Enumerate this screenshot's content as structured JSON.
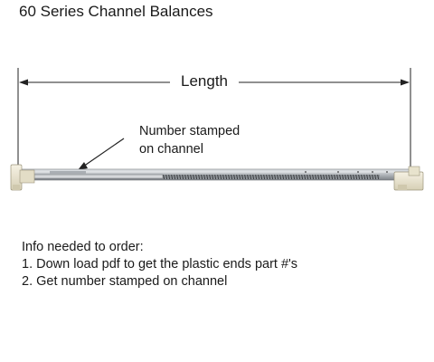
{
  "title": "60 Series Channel Balances",
  "diagram": {
    "length_label": "Length",
    "callout_lines": [
      "Number stamped",
      "on channel"
    ]
  },
  "info": {
    "heading": "Info needed to order:",
    "steps": [
      "1. Down load pdf to get the plastic ends part #'s",
      "2. Get number stamped on channel"
    ]
  },
  "colors": {
    "text": "#1a1a1a",
    "channel_metal": "#b9bcc0",
    "plastic_end": "#ece7d3",
    "spring": "#555555"
  }
}
